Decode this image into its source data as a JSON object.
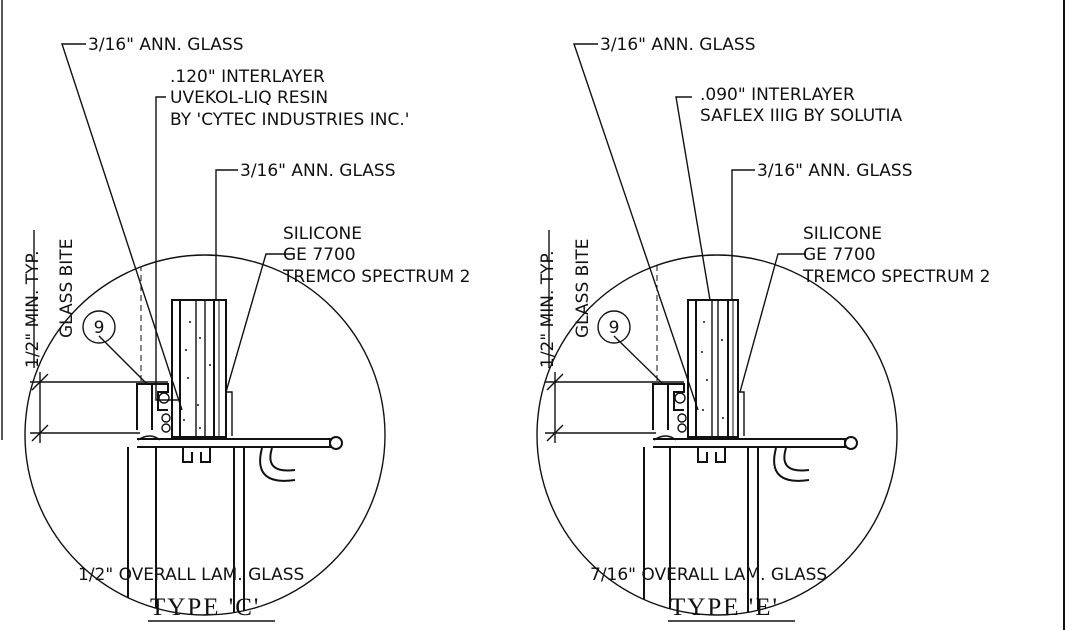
{
  "details": [
    {
      "glass_outer": "3/16\" ANN. GLASS",
      "interlayer_line1": ".120\" INTERLAYER",
      "interlayer_line2": "UVEKOL-LIQ RESIN",
      "interlayer_line3": "BY 'CYTEC INDUSTRIES INC.'",
      "glass_inner": "3/16\" ANN. GLASS",
      "sealant_line1": "SILICONE",
      "sealant_line2": "GE 7700",
      "sealant_line3": "TREMCO SPECTRUM 2",
      "bite_line1": "1/2\" MIN. TYP.",
      "bite_line2": "GLASS BITE",
      "callout": "9",
      "overall": "1/2\" OVERALL LAM. GLASS",
      "title": "TYPE 'C'"
    },
    {
      "glass_outer": "3/16\" ANN. GLASS",
      "interlayer_line1": ".090\" INTERLAYER",
      "interlayer_line2": "SAFLEX IIIG BY SOLUTIA",
      "interlayer_line3": "",
      "glass_inner": "3/16\" ANN. GLASS",
      "sealant_line1": "SILICONE",
      "sealant_line2": "GE 7700",
      "sealant_line3": "TREMCO SPECTRUM 2",
      "bite_line1": "1/2\" MIN. TYP.",
      "bite_line2": "GLASS BITE",
      "callout": "9",
      "overall": "7/16\" OVERALL LAM. GLASS",
      "title": "TYPE 'E'"
    }
  ]
}
